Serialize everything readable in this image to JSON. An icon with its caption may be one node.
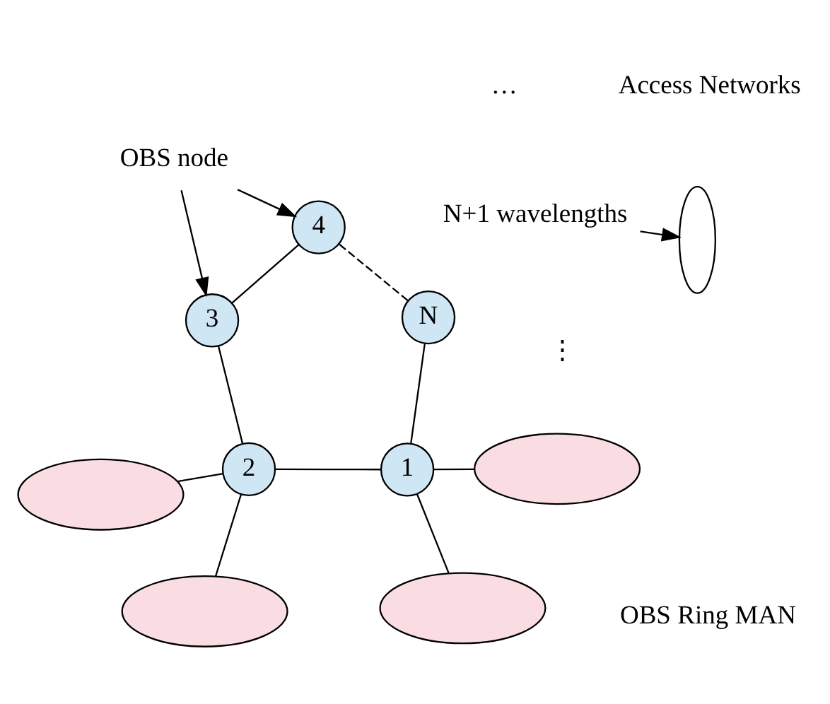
{
  "diagram": {
    "nodes": [
      {
        "text": [
          "OBS node"
        ]
      },
      {
        "text": [
          "4"
        ]
      },
      {
        "text": [
          "N+1 wavelengths"
        ]
      },
      {
        "text": [
          "3"
        ]
      },
      {
        "text": [],
        "shape": "ellipse"
      },
      {
        "text": [],
        "shape": "ellipse"
      },
      {
        "text": [
          "2"
        ]
      },
      {
        "text": [
          "N"
        ]
      },
      {
        "text": [],
        "shape": "ellipse"
      },
      {
        "text": [
          "1"
        ]
      },
      {
        "text": [],
        "shape": "ellipse"
      },
      {
        "text": [],
        "shape": "ellipse"
      }
    ],
    "edges": [
      {
        "from": 0,
        "to": 1,
        "arrow": "to"
      },
      {
        "from": 0,
        "to": 3,
        "arrow": "to"
      },
      {
        "from": 2,
        "to": 4,
        "arrow": "to"
      },
      {
        "from": 1,
        "to": 3,
        "arrow": "none"
      },
      {
        "from": 3,
        "to": 6,
        "arrow": "none"
      },
      {
        "from": 6,
        "to": 9,
        "arrow": "none"
      },
      {
        "from": 9,
        "to": 7,
        "arrow": "none"
      },
      {
        "from": 7,
        "to": 1,
        "arrow": "none",
        "style": "dashed"
      },
      {
        "from": 5,
        "to": 6,
        "arrow": "none"
      },
      {
        "from": 8,
        "to": 6,
        "arrow": "none"
      },
      {
        "from": 10,
        "to": 9,
        "arrow": "none"
      },
      {
        "from": 11,
        "to": 9,
        "arrow": "none"
      }
    ],
    "labels": [
      "OBS Ring MAN",
      "⋮",
      "…",
      "Access Networks"
    ]
  }
}
